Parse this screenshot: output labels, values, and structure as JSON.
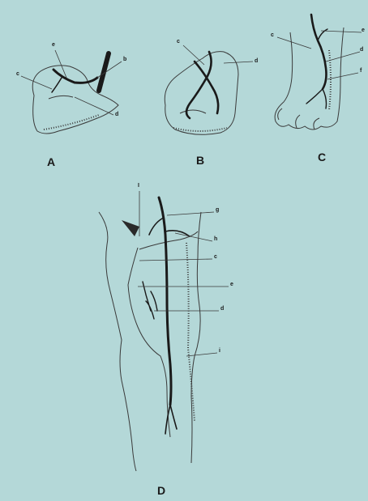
{
  "background_color": "#b4d8d8",
  "line_color": "#1a1a1a",
  "panels": [
    {
      "id": "A",
      "label": "A",
      "leads": [
        "e",
        "c",
        "b",
        "d"
      ]
    },
    {
      "id": "B",
      "label": "B",
      "leads": [
        "c",
        "d"
      ]
    },
    {
      "id": "C",
      "label": "C",
      "leads": [
        "c",
        "e",
        "d",
        "f"
      ]
    },
    {
      "id": "D",
      "label": "D",
      "leads": [
        "I",
        "g",
        "h",
        "c",
        "e",
        "d",
        "i"
      ]
    }
  ]
}
